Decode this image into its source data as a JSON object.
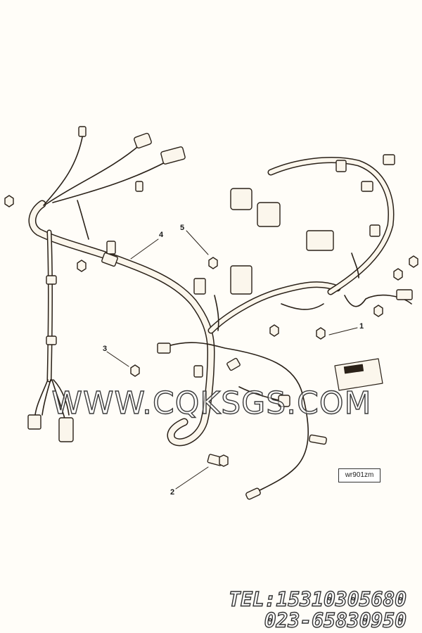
{
  "callouts": {
    "c1": "1",
    "c2": "2",
    "c3": "3",
    "c4": "4",
    "c5": "5"
  },
  "watermark": "WWW.CQKSGS.COM",
  "reference_code": "wr901zm",
  "contact": {
    "tel": "TEL:15310305680",
    "phone2": "023-65830950"
  },
  "colors": {
    "line": "#2a2118",
    "fill": "#fbf6ec",
    "background": "#fffdf8"
  }
}
